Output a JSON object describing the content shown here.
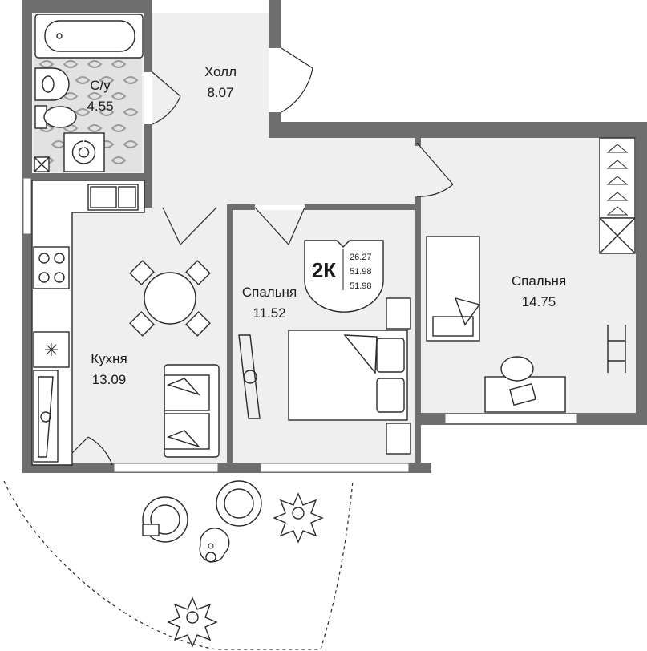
{
  "plan": {
    "rooms": [
      {
        "id": "bathroom",
        "name": "С/у",
        "area": "4.55"
      },
      {
        "id": "hall",
        "name": "Холл",
        "area": "8.07"
      },
      {
        "id": "kitchen",
        "name": "Кухня",
        "area": "13.09"
      },
      {
        "id": "bedroom-1",
        "name": "Спальня",
        "area": "11.52"
      },
      {
        "id": "bedroom-2",
        "name": "Спальня",
        "area": "14.75"
      }
    ],
    "badge": {
      "type": "2К",
      "values": [
        "26.27",
        "51.98",
        "51.98"
      ]
    }
  }
}
